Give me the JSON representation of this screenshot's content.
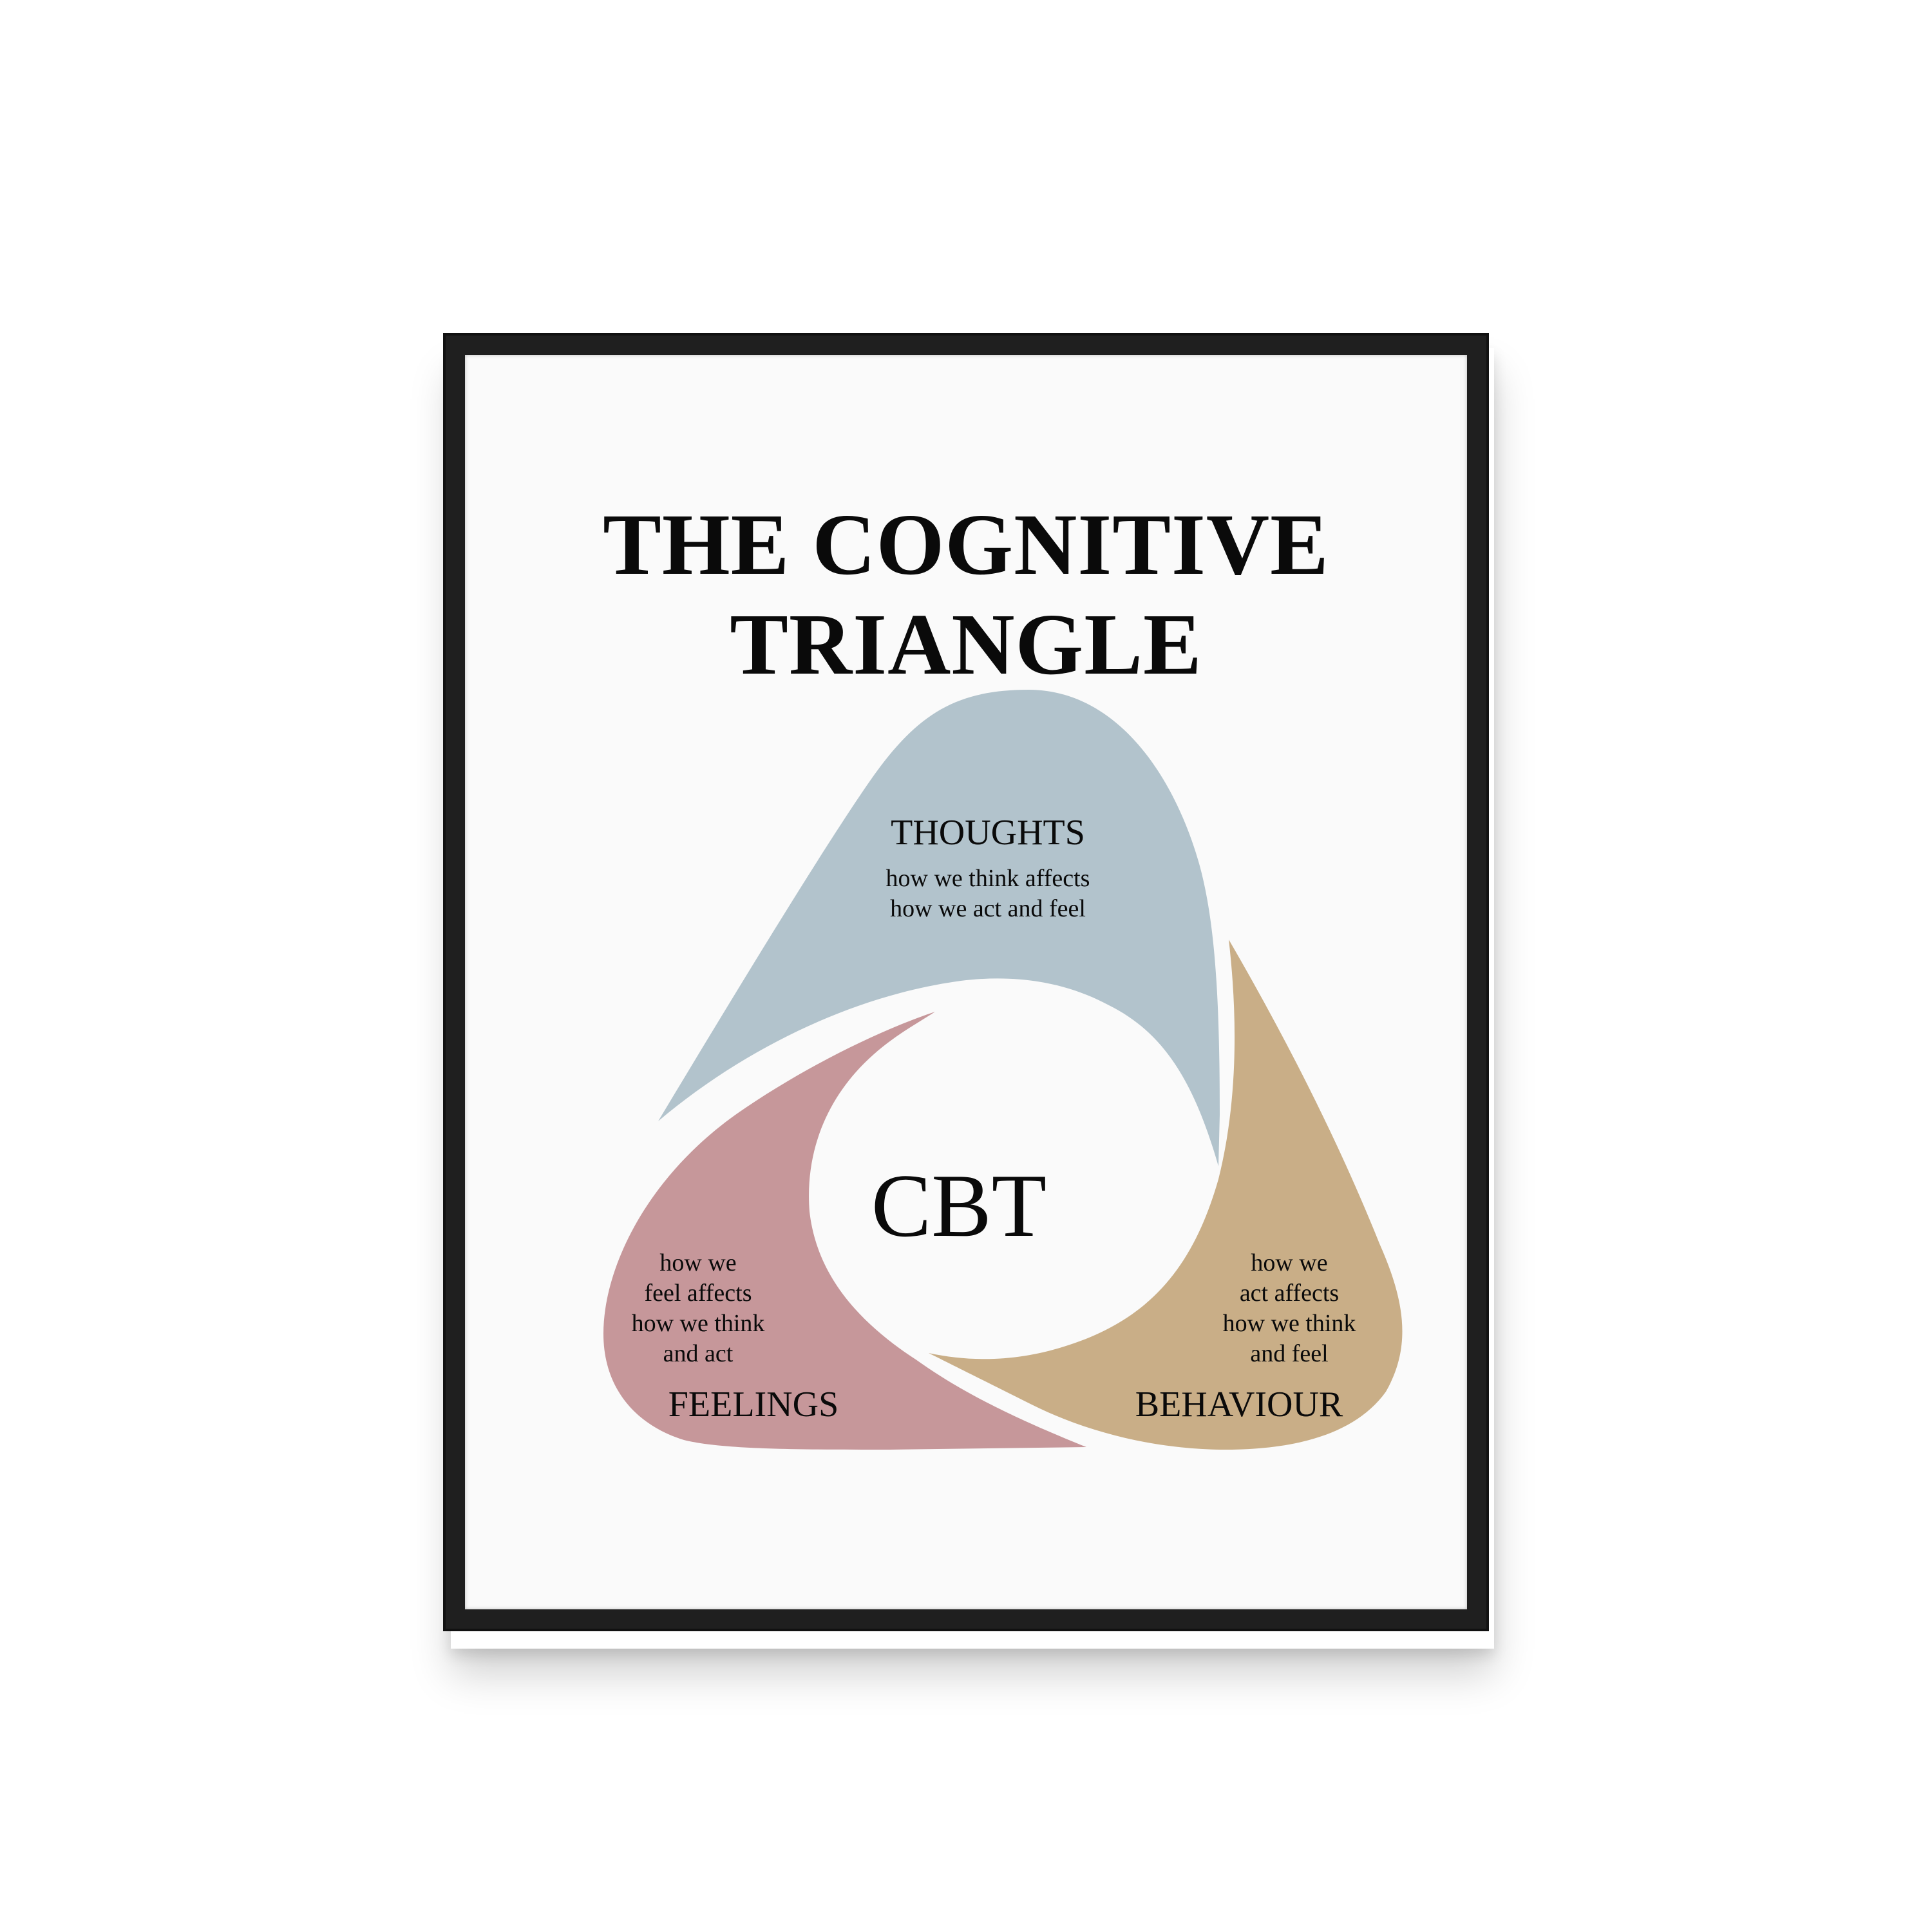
{
  "title": {
    "line1": "THE COGNITIVE",
    "line2": "TRIANGLE"
  },
  "center": {
    "label": "CBT"
  },
  "thoughts": {
    "label": "THOUGHTS",
    "desc": [
      "how we think affects",
      "how we act and feel"
    ],
    "color": "#b2c3cc"
  },
  "feelings": {
    "label": "FEELINGS",
    "desc": [
      "how we",
      "feel affects",
      "how we think",
      "and act"
    ],
    "color": "#c6979a"
  },
  "behaviour": {
    "label": "BEHAVIOUR",
    "desc": [
      "how we",
      "act affects",
      "how we think",
      "and feel"
    ],
    "color": "#c9ae87"
  },
  "colors": {
    "frame": "#1f1f1f",
    "mat": "#fafafa",
    "text": "#0a0a0a"
  }
}
